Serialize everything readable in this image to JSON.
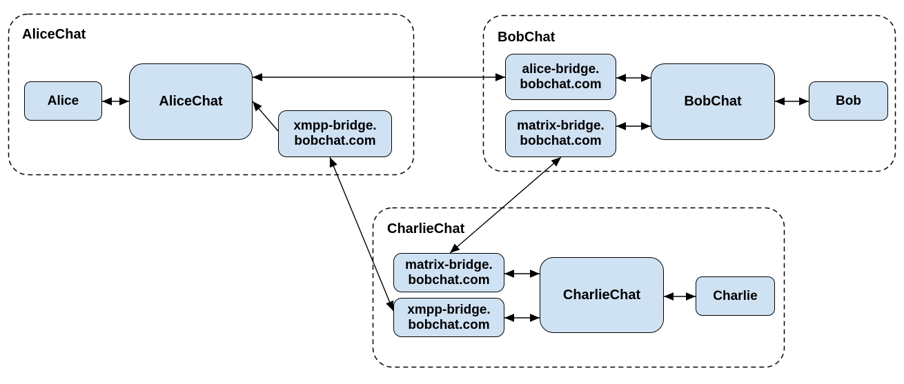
{
  "colors": {
    "node_fill": "#cfe2f3",
    "node_stroke": "#000000",
    "edge_color": "#000000",
    "container_stroke": "#000000",
    "background": "#ffffff",
    "text": "#000000"
  },
  "groups": {
    "alicechat": {
      "label": "AliceChat"
    },
    "bobchat": {
      "label": "BobChat"
    },
    "charliechat": {
      "label": "CharlieChat"
    }
  },
  "nodes": {
    "alice": {
      "label": "Alice"
    },
    "alicechat_server": {
      "label": "AliceChat"
    },
    "xmpp_bridge_alice": {
      "line1": "xmpp-bridge.",
      "line2": "bobchat.com"
    },
    "alice_bridge_bob": {
      "line1": "alice-bridge.",
      "line2": "bobchat.com"
    },
    "matrix_bridge_bob": {
      "line1": "matrix-bridge.",
      "line2": "bobchat.com"
    },
    "bobchat_server": {
      "label": "BobChat"
    },
    "bob": {
      "label": "Bob"
    },
    "matrix_bridge_charlie": {
      "line1": "matrix-bridge.",
      "line2": "bobchat.com"
    },
    "xmpp_bridge_charlie": {
      "line1": "xmpp-bridge.",
      "line2": "bobchat.com"
    },
    "charliechat_server": {
      "label": "CharlieChat"
    },
    "charlie": {
      "label": "Charlie"
    }
  },
  "edges": [
    {
      "from": "Alice",
      "to": "AliceChat",
      "type": "bidirectional"
    },
    {
      "from": "AliceChat",
      "to": "alice-bridge.bobchat.com",
      "type": "bidirectional"
    },
    {
      "from": "xmpp-bridge.bobchat.com (AliceChat)",
      "to": "AliceChat",
      "type": "directed"
    },
    {
      "from": "xmpp-bridge.bobchat.com (AliceChat)",
      "to": "xmpp-bridge.bobchat.com (CharlieChat)",
      "type": "bidirectional"
    },
    {
      "from": "alice-bridge.bobchat.com",
      "to": "BobChat",
      "type": "bidirectional"
    },
    {
      "from": "matrix-bridge.bobchat.com (BobChat)",
      "to": "BobChat",
      "type": "bidirectional"
    },
    {
      "from": "BobChat",
      "to": "Bob",
      "type": "bidirectional"
    },
    {
      "from": "matrix-bridge.bobchat.com (BobChat)",
      "to": "matrix-bridge.bobchat.com (CharlieChat)",
      "type": "bidirectional"
    },
    {
      "from": "matrix-bridge.bobchat.com (CharlieChat)",
      "to": "CharlieChat",
      "type": "bidirectional"
    },
    {
      "from": "xmpp-bridge.bobchat.com (CharlieChat)",
      "to": "CharlieChat",
      "type": "bidirectional"
    },
    {
      "from": "CharlieChat",
      "to": "Charlie",
      "type": "bidirectional"
    }
  ]
}
